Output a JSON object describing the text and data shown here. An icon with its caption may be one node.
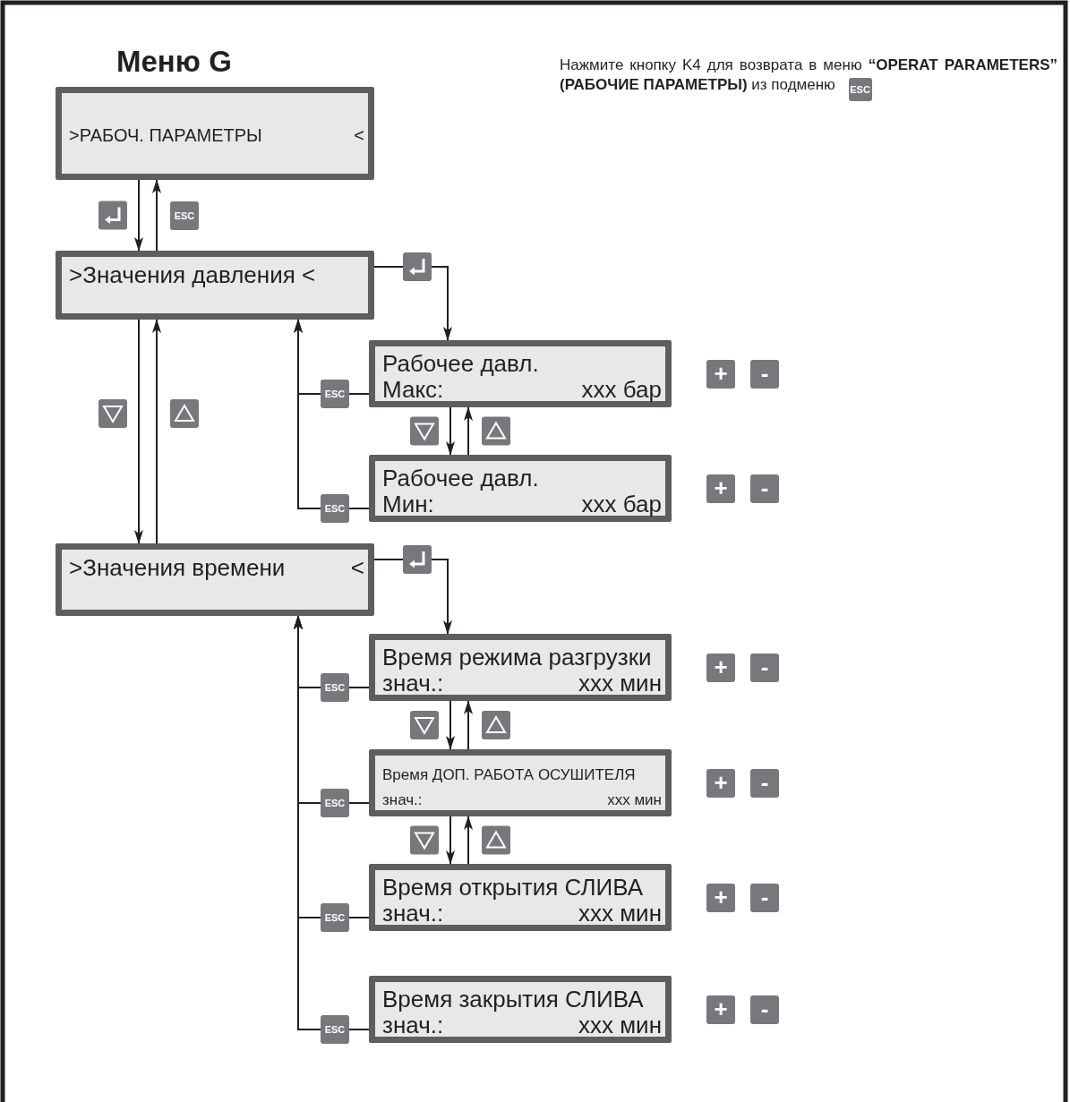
{
  "diagram": {
    "title": "Меню G",
    "nodes": [
      {
        "text": [
          ">РАБОЧ. ПАРАМЕТРЫ",
          "<"
        ]
      },
      {
        "text": [
          ">Значения давления <"
        ]
      },
      {
        "text": [
          "Рабочее давл.",
          "Макс:",
          "xxx бар"
        ]
      },
      {
        "text": [
          "Рабочее давл.",
          "Мин:",
          "xxx бар"
        ]
      },
      {
        "text": [
          ">Значения времени",
          "<"
        ]
      },
      {
        "text": [
          "Время режима разгрузки",
          "знач.:",
          "xxx мин"
        ]
      },
      {
        "text": [
          "Время ДОП. РАБОТА ОСУШИТЕЛЯ",
          "знач.:",
          "xxx мин"
        ]
      },
      {
        "text": [
          "Время открытия СЛИВА",
          "знач.:",
          "xxx мин"
        ]
      },
      {
        "text": [
          "Время закрытия СЛИВА",
          "знач.:",
          "xxx мин"
        ]
      }
    ],
    "edges": [
      {
        "from": 0,
        "to": 1,
        "arrow": "to"
      },
      {
        "from": 1,
        "to": 0,
        "arrow": "to",
        "label": "ESC"
      },
      {
        "from": 1,
        "to": 4,
        "arrow": "to"
      },
      {
        "from": 4,
        "to": 1,
        "arrow": "to"
      },
      {
        "from": 1,
        "to": 2,
        "arrow": "to"
      },
      {
        "from": 2,
        "to": 1,
        "arrow": "to",
        "label": "ESC"
      },
      {
        "from": 3,
        "to": 1,
        "arrow": "to",
        "label": "ESC"
      },
      {
        "from": 2,
        "to": 3,
        "arrow": "to"
      },
      {
        "from": 3,
        "to": 2,
        "arrow": "to"
      },
      {
        "from": 4,
        "to": 5,
        "arrow": "to"
      },
      {
        "from": 5,
        "to": 4,
        "arrow": "to",
        "label": "ESC"
      },
      {
        "from": 6,
        "to": 4,
        "arrow": "to",
        "label": "ESC"
      },
      {
        "from": 7,
        "to": 4,
        "arrow": "to",
        "label": "ESC"
      },
      {
        "from": 8,
        "to": 4,
        "arrow": "to",
        "label": "ESC"
      },
      {
        "from": 5,
        "to": 6,
        "arrow": "to"
      },
      {
        "from": 6,
        "to": 5,
        "arrow": "to"
      },
      {
        "from": 6,
        "to": 7,
        "arrow": "to"
      },
      {
        "from": 7,
        "to": 6,
        "arrow": "to"
      }
    ],
    "labels": [
      "Нажмите кнопку K4 для возврата в меню **“OPERAT PARAMETERS” (РАБОЧИЕ ПАРАМЕТРЫ)** из подменю",
      "ESC",
      "+",
      "-",
      "+",
      "-",
      "+",
      "-",
      "+",
      "-",
      "+",
      "-",
      "+",
      "-"
    ]
  }
}
